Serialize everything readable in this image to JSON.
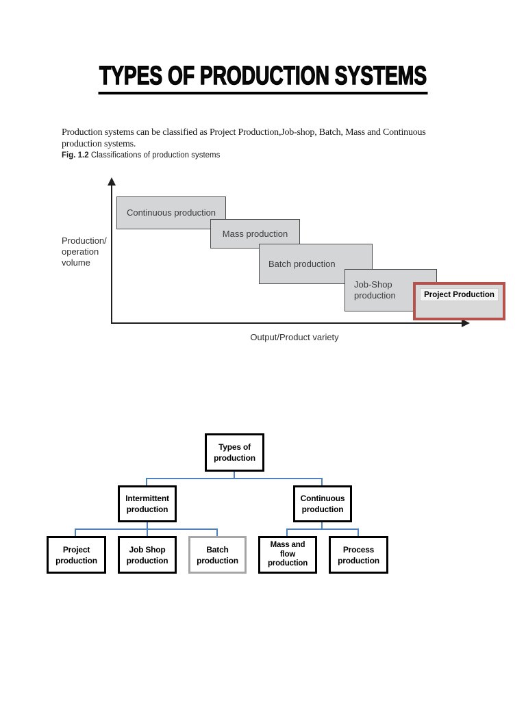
{
  "document": {
    "title": "TYPES OF PRODUCTION SYSTEMS",
    "intro": "Production systems can be classified as Project Production,Job-shop, Batch, Mass and Continuous\nproduction systems.",
    "caption_label": "Fig. 1.2",
    "caption_text": " Classifications of production systems"
  },
  "staircase_chart": {
    "type": "diagram",
    "y_axis_label": "Production/\noperation\nvolume",
    "x_axis_label": "Output/Product variety",
    "boxes": [
      {
        "label": "Continuous production"
      },
      {
        "label": "Mass production"
      },
      {
        "label": "Batch production"
      },
      {
        "label": "Job-Shop\nproduction"
      },
      {
        "label": "Project Production",
        "highlighted": true
      }
    ],
    "colors": {
      "box_fill": "#d4d5d7",
      "box_border": "#4b4b4b",
      "highlight_border": "#b5524e",
      "axis": "#1f1f1f"
    }
  },
  "tree_chart": {
    "type": "diagram",
    "root": "Types of\nproduction",
    "intermittent": "Intermittent\nproduction",
    "continuous": "Continuous\nproduction",
    "project": "Project\nproduction",
    "job_shop": "Job Shop\nproduction",
    "batch": "Batch\nproduction",
    "mass_flow": "Mass and\nflow\nproduction",
    "process": "Process\nproduction",
    "connector_color": "#4f81bd"
  }
}
